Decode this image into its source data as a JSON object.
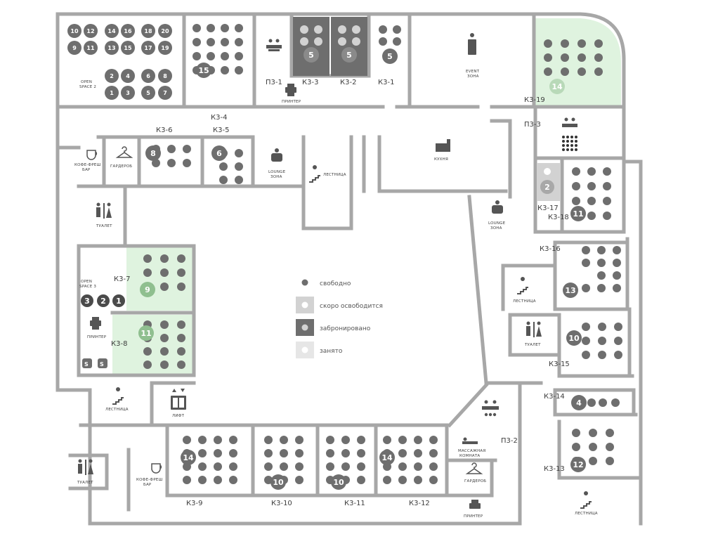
{
  "colors": {
    "free": "#6e6e6e",
    "soon": "#d2d2d2",
    "booked": "#6e6e6e",
    "busy": "#e6e6e6",
    "highlight": "#dff3df",
    "wall": "#a7a7a7"
  },
  "legend": [
    {
      "label": "свободно",
      "state": "free"
    },
    {
      "label": "скоро освободится",
      "state": "soon"
    },
    {
      "label": "забронировано",
      "state": "booked"
    },
    {
      "label": "занято",
      "state": "busy"
    }
  ],
  "rooms": {
    "k3_4": "К3-4",
    "k3_5": "К3-5",
    "k3_6": "К3-6",
    "p3_1": "П3-1",
    "k3_3": "К3-3",
    "k3_2": "К3-2",
    "k3_1": "К3-1",
    "k3_19": "К3-19",
    "p3_3": "П3-3",
    "k3_17": "К3-17",
    "k3_18": "К3-18",
    "k3_16": "К3-16",
    "k3_15": "К3-15",
    "k3_14": "К3-14",
    "k3_13": "К3-13",
    "p3_2": "П3-2",
    "k3_12": "К3-12",
    "k3_11": "К3-11",
    "k3_10": "К3-10",
    "k3_9": "К3-9",
    "k3_7": "К3-7",
    "k3_8": "К3-8"
  },
  "capacities": {
    "r15": "15",
    "r5a": "5",
    "r5b": "5",
    "r5c": "5",
    "r14_top": "14",
    "r8": "8",
    "r6": "6",
    "r2": "2",
    "r11_right": "11",
    "r13": "13",
    "r10_right": "10",
    "r4": "4",
    "r12": "12",
    "r9": "9",
    "r11_left": "11",
    "r14_a": "14",
    "r10_a": "10",
    "r10_b": "10",
    "r14_b": "14",
    "d3": "3",
    "d2": "2",
    "d1": "1"
  },
  "labels": {
    "open_space_2_line1": "OPEN",
    "open_space_2_line2": "SPACE 2",
    "open_space_3_line1": "OPEN",
    "open_space_3_line2": "SPACE 3",
    "printer": "ПРИНТЕР",
    "event_line1": "EVENT",
    "event_line2": "ЗОНА",
    "coffee_line1": "КОФЕ-ФРЕШ",
    "coffee_line2": "БАР",
    "wardrobe": "ГАРДЕРОБ",
    "lounge_line1": "LOUNGE",
    "lounge_line2": "ЗОНА",
    "stairs": "ЛЕСТНИЦА",
    "kitchen": "КУХНЯ",
    "toilet": "ТУАЛЕТ",
    "lift": "ЛИФТ",
    "massage_line1": "МАССАЖНАЯ",
    "massage_line2": "КОМНАТА"
  },
  "desk_numbers": [
    "10",
    "12",
    "14",
    "16",
    "18",
    "20",
    "9",
    "11",
    "13",
    "15",
    "17",
    "19",
    "2",
    "4",
    "6",
    "8",
    "1",
    "3",
    "5",
    "7"
  ]
}
